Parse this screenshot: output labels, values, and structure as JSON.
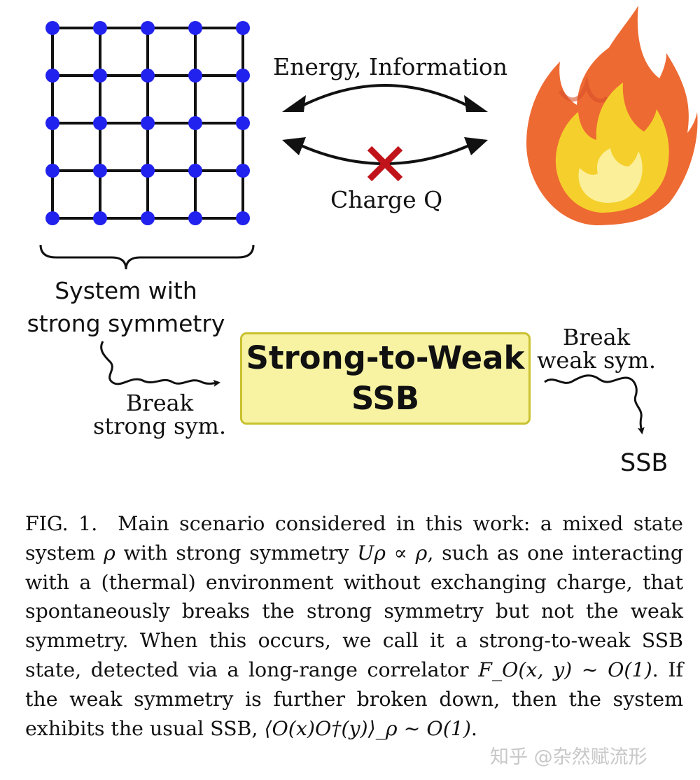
{
  "figure": {
    "label_energy": "Energy, Information",
    "label_charge": "Charge Q",
    "label_system_line1": "System with",
    "label_system_line2": "strong symmetry",
    "box_line1": "Strong-to-Weak",
    "box_line2": "SSB",
    "label_break_strong_line1": "Break",
    "label_break_strong_line2": "strong sym.",
    "label_break_weak_line1": "Break",
    "label_break_weak_line2": "weak sym.",
    "label_ssb": "SSB",
    "colors": {
      "lattice_node": "#2222ee",
      "lattice_edge": "#111111",
      "cross": "#c0141a",
      "box_fill": "#f7f3a3",
      "box_border": "#c9c12f",
      "flame_outer": "#ee6a33",
      "flame_inner": "#f5d02c",
      "flame_core": "#fbef9a"
    }
  },
  "caption": {
    "fig_label": "FIG. 1.",
    "text_1": "Main scenario considered in this work: a mixed state system",
    "math_rho": "ρ",
    "text_2": "with strong symmetry",
    "math_strong": "Uρ ∝ ρ",
    "text_3": ", such as one interacting with a (thermal) environment without exchanging charge, that spontaneously breaks the strong symmetry but not the weak symmetry. When this occurs, we call it a strong-to-weak SSB state, detected via a long-range correlator",
    "math_corr": "F_O(x, y) ∼ O(1)",
    "text_4": ". If the weak symmetry is further broken down, then the system exhibits the usual SSB,",
    "math_final": "⟨O(x)O†(y)⟩_ρ ∼ O(1)",
    "text_5": "."
  },
  "watermark": "知乎 @杂然赋流形"
}
